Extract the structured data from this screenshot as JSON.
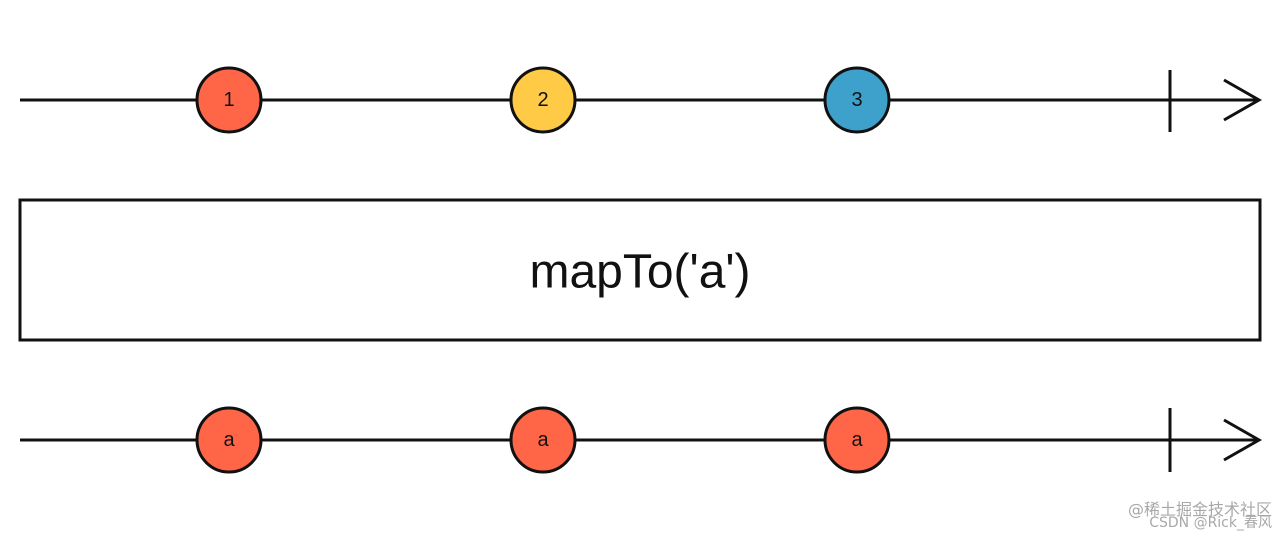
{
  "operator": {
    "label": "mapTo('a')"
  },
  "input_stream": {
    "marbles": [
      {
        "label": "1",
        "color": "#ff6647"
      },
      {
        "label": "2",
        "color": "#ffcb46"
      },
      {
        "label": "3",
        "color": "#3ea1cb"
      }
    ],
    "completes": true
  },
  "output_stream": {
    "marbles": [
      {
        "label": "a",
        "color": "#ff6647"
      },
      {
        "label": "a",
        "color": "#ff6647"
      },
      {
        "label": "a",
        "color": "#ff6647"
      }
    ],
    "completes": true
  },
  "colors": {
    "stroke": "#111111",
    "background": "#ffffff"
  },
  "watermark": {
    "line1": "@稀土掘金技术社区",
    "line2": "CSDN @Rick_春风"
  }
}
